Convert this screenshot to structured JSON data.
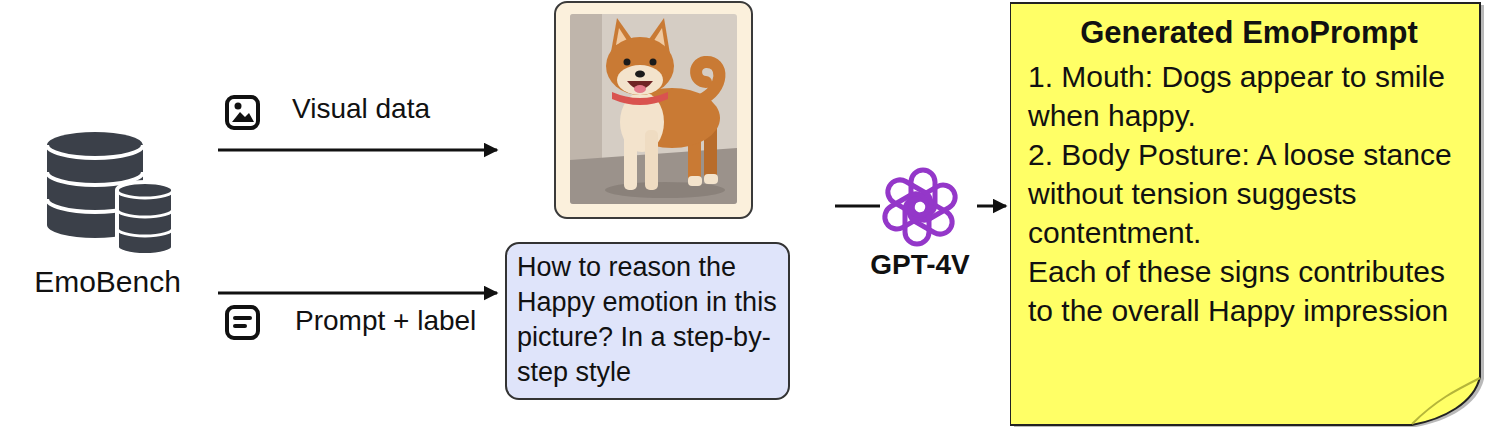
{
  "diagram": {
    "nodes": [
      {
        "text": [
          "EmoBench"
        ]
      },
      {
        "text": [
          "How to reason the Happy emotion in this picture? In a step-by-step style"
        ]
      },
      {
        "text": [
          "GPT-4V"
        ]
      },
      {
        "text": [
          "Generated EmoPrompt",
          "1. Mouth: Dogs appear to smile when happy.",
          "2. Body Posture: A loose stance without tension suggests contentment.",
          "Each of these signs contributes to the overall Happy impression"
        ]
      }
    ],
    "edges": [
      {
        "from": 0,
        "to": 1,
        "arrow": "to",
        "label": "Prompt + label"
      },
      {
        "from": 2,
        "to": 3,
        "arrow": "to"
      }
    ],
    "labels": [
      "Visual data"
    ]
  }
}
